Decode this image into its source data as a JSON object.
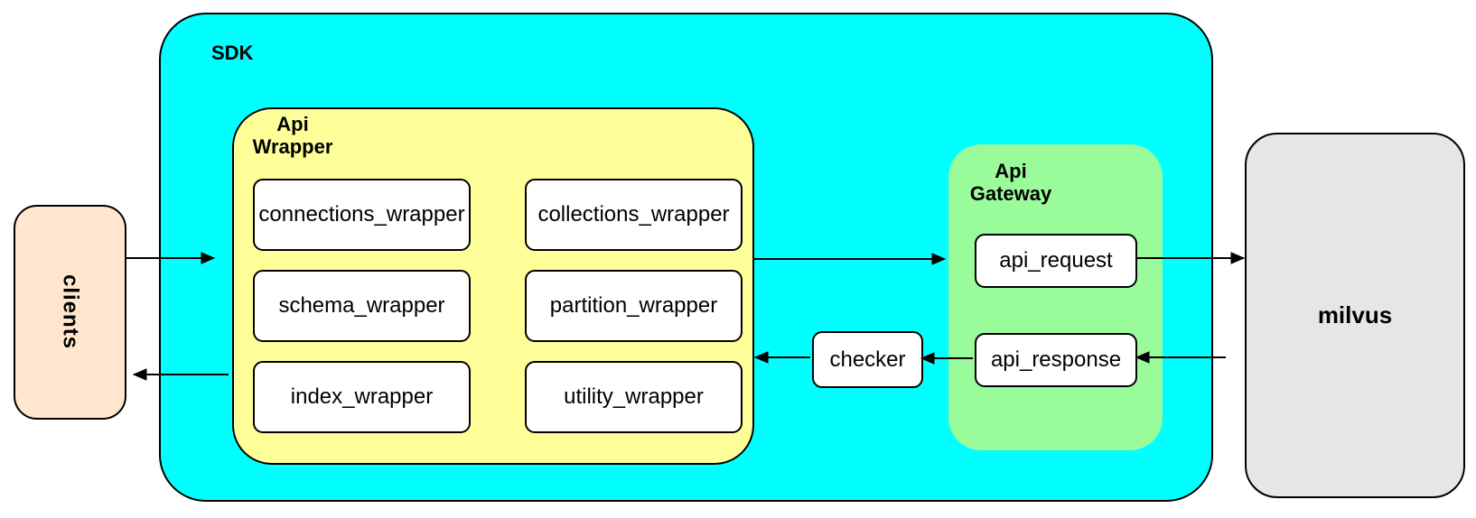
{
  "nodes": {
    "clients": {
      "label": "clients"
    },
    "sdk": {
      "label": "SDK"
    },
    "api_wrapper": {
      "label_line1": "Api",
      "label_line2": "Wrapper",
      "boxes": [
        "connections_wrapper",
        "collections_wrapper",
        "schema_wrapper",
        "partition_wrapper",
        "index_wrapper",
        "utility_wrapper"
      ]
    },
    "checker": {
      "label": "checker"
    },
    "api_gateway": {
      "label_line1": "Api",
      "label_line2": "Gateway",
      "boxes": [
        "api_request",
        "api_response"
      ]
    },
    "milvus": {
      "label": "milvus"
    }
  },
  "edges": [
    {
      "from": "clients",
      "to": "sdk"
    },
    {
      "from": "api_wrapper",
      "to": "api_gateway"
    },
    {
      "from": "api_request",
      "to": "milvus"
    },
    {
      "from": "milvus",
      "to": "api_response"
    },
    {
      "from": "api_response",
      "to": "checker"
    },
    {
      "from": "checker",
      "to": "api_wrapper"
    },
    {
      "from": "api_wrapper",
      "to": "clients"
    }
  ],
  "colors": {
    "sdk_fill": "#00FFFF",
    "api_wrapper_fill": "#FFFF99",
    "api_gateway_fill": "#9AFB9A",
    "clients_fill": "#FFE6CC",
    "milvus_fill": "#E6E6E6",
    "node_fill": "#FFFFFF",
    "stroke": "#000000"
  }
}
